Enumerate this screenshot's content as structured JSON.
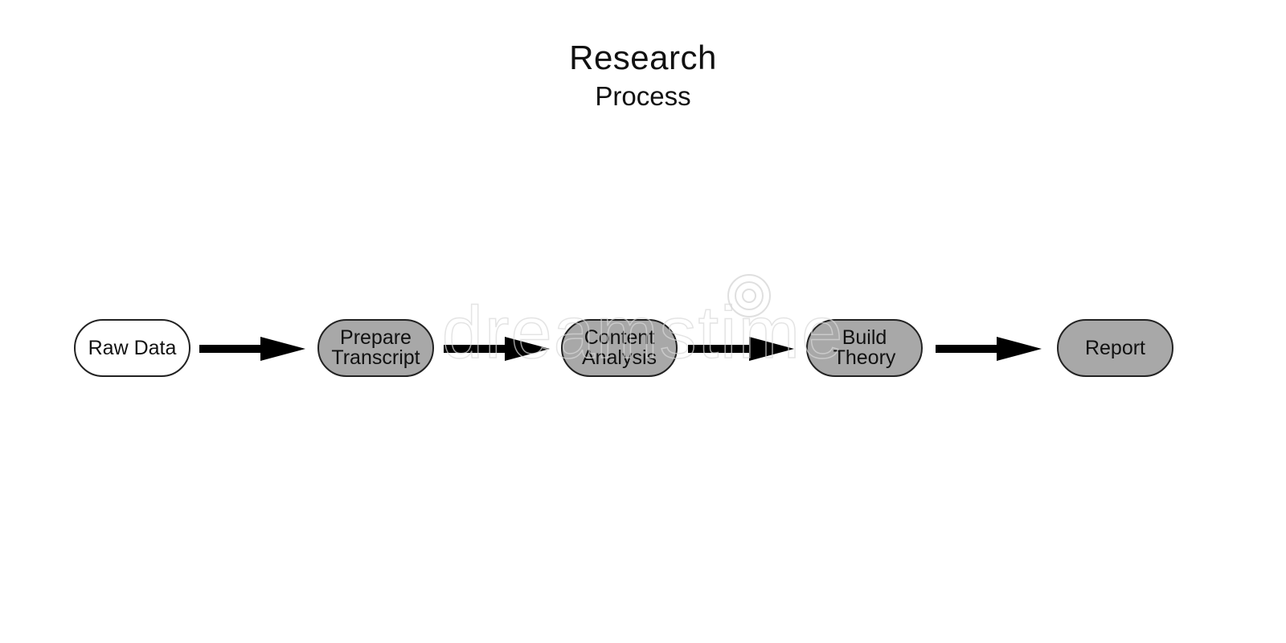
{
  "title": "Research",
  "subtitle": "Process",
  "nodes": [
    {
      "label": "Raw Data",
      "style": "outline",
      "fill": "#ffffff"
    },
    {
      "label": "Prepare\nTranscript",
      "style": "filled",
      "fill": "#a8a8a8"
    },
    {
      "label": "Content\nAnalysis",
      "style": "filled",
      "fill": "#a8a8a8"
    },
    {
      "label": "Build\nTheory",
      "style": "filled",
      "fill": "#a8a8a8"
    },
    {
      "label": "Report",
      "style": "filled",
      "fill": "#a8a8a8"
    }
  ],
  "edges": [
    {
      "from": "Raw Data",
      "to": "Prepare\nTranscript"
    },
    {
      "from": "Prepare\nTranscript",
      "to": "Content\nAnalysis"
    },
    {
      "from": "Content\nAnalysis",
      "to": "Build\nTheory"
    },
    {
      "from": "Build\nTheory",
      "to": "Report"
    }
  ],
  "watermark": {
    "text": "dreamstime",
    "icon": "spiral-logo-icon"
  },
  "colors": {
    "node_fill": "#a8a8a8",
    "node_border": "#222222",
    "arrow": "#000000",
    "background": "#ffffff"
  }
}
